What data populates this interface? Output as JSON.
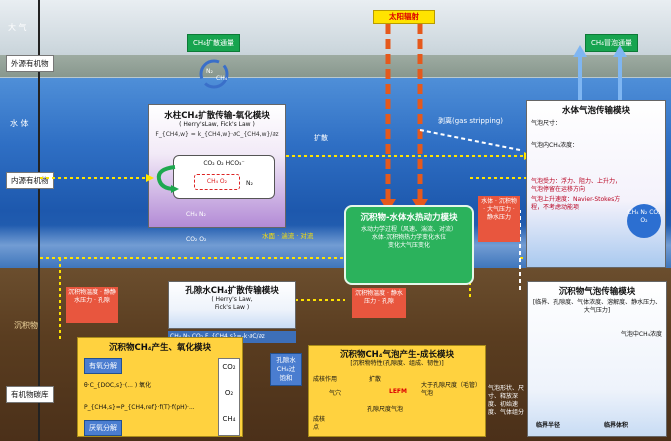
{
  "labels": {
    "outside_organic": "外源有机物",
    "water_body": "水 体",
    "inner_organic": "内源有机物",
    "sediment": "沉积物",
    "organic_burial": "有机物碳库",
    "sky_atmosphere": "大 气"
  },
  "top": {
    "diffusion_flux": "CH₄扩散通量",
    "solar": "太阳辐射",
    "ebullition_flux": "CH₄冒泡通量",
    "n2": "N₂",
    "ch4": "CH₄"
  },
  "module_column": {
    "title": "水柱CH₄扩散传输-氧化模块",
    "subtitle": "( Herry'sLaw, Fick's Law )",
    "eq": "F_{CH4,w} = k_{CH4,w}·∂C_{CH4,w}/∂z",
    "species1": "CO₂  O₂  HCO₃⁻",
    "species2": "CH₄  O₂",
    "species3": "N₂",
    "bottom1": "CH₄  N₂",
    "bottom2": "CO₂  O₂"
  },
  "water_labels": {
    "stripping": "剥离(gas stripping)",
    "diffuse": "扩散",
    "solar_turb": "水面 · 湍流 · 对流"
  },
  "module_bubble_water": {
    "title": "水体气泡传输模块",
    "l1": "气泡尺寸：",
    "l2": "气泡内CH₄浓度：",
    "l3": "气泡受力：浮力、阻力、上升力，气泡停留在运移方向",
    "l4": "气泡上升速度：Navier-Stokes方程，不考虑动能项",
    "badge": "CH₄ N₂ CO₂ O₂"
  },
  "module_dynamic": {
    "title": "沉积物-水体水热动力模块",
    "l1": "水动力学过程（风速、湍流、对流）",
    "l2": "水体-沉积物热力学变化水位",
    "l3": "变化大气压变化"
  },
  "red_side": {
    "a": "水体 · 沉积物 · 大气压力 · 静水压力",
    "b": "沉积物温度 · 静水压力 · 孔隙"
  },
  "module_pore": {
    "title": "孔隙水CH₄扩散传输模块",
    "l1": "( Herry's Law,",
    "l2": "Fick's Law )",
    "eq": "CH₄  N₂  CO₂  F_{CH4,s}=-k·∂C/∂z"
  },
  "red_left": "沉积物温度 · 静静水压力 · 孔隙",
  "module_bubble_sed": {
    "title": "沉积物气泡传输模块",
    "l1": "[临界、孔隙度、气体浓度、溶解度、静水压力、大气压力]",
    "l2": "气泡中CH₄浓度",
    "l3": "临界半径",
    "l4": "临界体积"
  },
  "module_produce": {
    "title": "沉积物CH₄产生、氧化模块",
    "aerobic": "有氧分解",
    "anaerobic": "厌氧分解",
    "oxid": "氧化",
    "co2": "CO₂",
    "o2": "O₂",
    "ch4": "CH₄",
    "eq1": "θ·C_{DOC,s}·(... )  氧化",
    "eq2": "P_{CH4,s}=P_{CH4,ref}·f(T)·f(pH)·..."
  },
  "pore_sat": "孔隙水CH₄过饱和",
  "module_growth": {
    "title": "沉积物CH₄气泡产生-成长模块",
    "sub": "[沉积物特性(孔隙度、组成、韧性)]",
    "l_nuc": "成核作用",
    "l_diff": "扩散",
    "l_bub": "气穴",
    "lefm": "LEFM",
    "big": "大于孔隙尺度（毛管）气泡",
    "small": "孔隙尺度气泡",
    "nucleus": "成核点",
    "bottom": "气泡形状、尺寸、释放深度、初始速度、气体组分"
  }
}
